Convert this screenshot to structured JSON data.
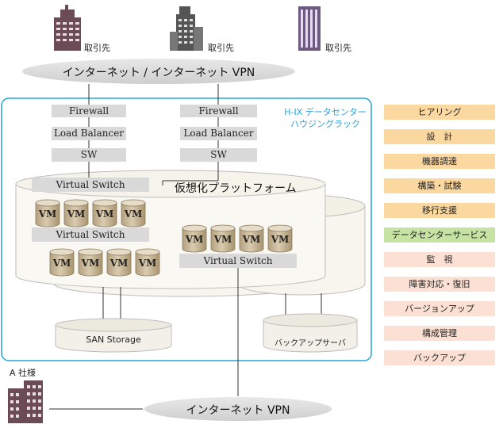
{
  "partners": [
    {
      "label": "取引先"
    },
    {
      "label": "取引先"
    },
    {
      "label": "取引先"
    }
  ],
  "top_network": {
    "label": "インターネット / インターネット VPN"
  },
  "datacenter": {
    "label_line1": "H-IX データセンター",
    "label_line2": "ハウジングラック"
  },
  "stack_left": {
    "firewall": "Firewall",
    "load_balancer": "Load Balancer",
    "switch": "SW"
  },
  "stack_right": {
    "firewall": "Firewall",
    "load_balancer": "Load Balancer",
    "switch": "SW"
  },
  "platform": {
    "title": "仮想化プラットフォーム",
    "vswitch_1": "Virtual Switch",
    "vswitch_2": "Virtual Switch",
    "vswitch_3": "Virtual Switch",
    "vm_label": "VM"
  },
  "storage": {
    "san": "SAN Storage",
    "backup": "バックアップサーバ"
  },
  "customer": {
    "label": "A 社様"
  },
  "bottom_network": {
    "label": "インターネット VPN"
  },
  "services": [
    {
      "label": "ヒアリング",
      "color": "#fbd8a0"
    },
    {
      "label": "設　計",
      "color": "#fbd8a0"
    },
    {
      "label": "機器調達",
      "color": "#fbd8a0"
    },
    {
      "label": "構築・試験",
      "color": "#fbd8a0"
    },
    {
      "label": "移行支援",
      "color": "#fbd8a0"
    },
    {
      "label": "データセンターサービス",
      "color": "#c7e3a3"
    },
    {
      "label": "監　視",
      "color": "#fbe0d3"
    },
    {
      "label": "障害対応・復旧",
      "color": "#fbe0d3"
    },
    {
      "label": "バージョンアップ",
      "color": "#fbe0d3"
    },
    {
      "label": "構成管理",
      "color": "#fbe0d3"
    },
    {
      "label": "バックアップ",
      "color": "#fbe0d3"
    }
  ],
  "colors": {
    "datacenter_border": "#29a3d9",
    "box_gray": "#d9d9d9",
    "vm_tan": "#c2b092"
  }
}
